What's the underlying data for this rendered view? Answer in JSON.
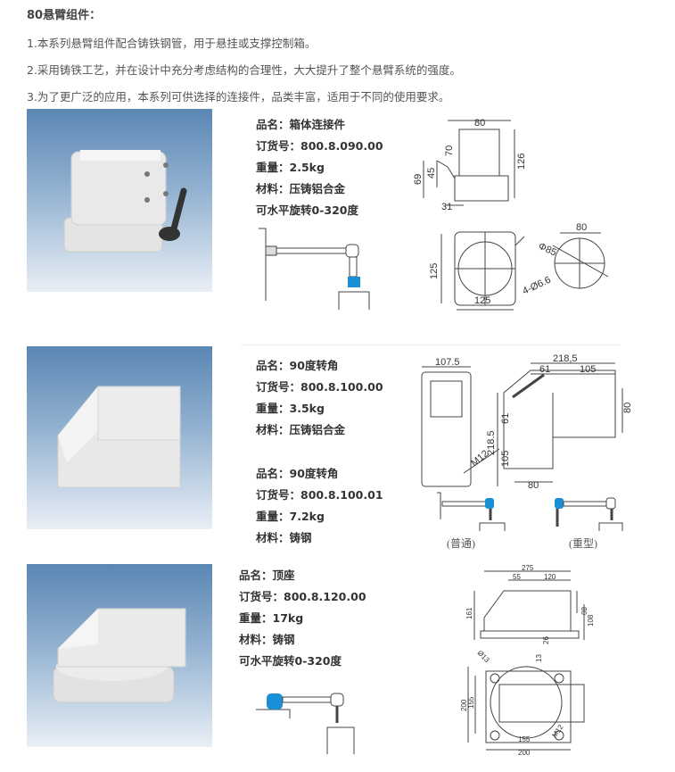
{
  "title": "80悬臂组件：",
  "intro": [
    "1.本系列悬臂组件配合铸铁钢管，用于悬挂或支撑控制箱。",
    "2.采用铸铁工艺，并在设计中充分考虑结构的合理性，大大提升了整个悬臂系统的强度。",
    "3.为了更广泛的应用，本系列可供选择的连接件，品类丰富，适用于不同的使用要求。"
  ],
  "products": [
    {
      "specs": [
        "品名：箱体连接件",
        "订货号：800.8.090.00",
        "重量：2.5kg",
        "材料：压铸铝合金",
        "可水平旋转0-320度"
      ],
      "dims": {
        "a": "80",
        "b": "70",
        "c": "126",
        "d": "69",
        "e": "45",
        "f": "31",
        "g": "125",
        "h": "125",
        "i": "80",
        "j": "Φ85",
        "k": "4-Ø6.6"
      }
    },
    {
      "specs": [
        "品名：90度转角",
        "订货号：800.8.100.00",
        "重量：3.5kg",
        "材料：压铸铝合金"
      ],
      "specs2": [
        "品名：90度转角",
        "订货号：800.8.100.01",
        "重量：7.2kg",
        "材料：铸钢"
      ],
      "dims": {
        "a": "107.5",
        "b": "M12",
        "c": "218,5",
        "d": "61",
        "e": "105",
        "f": "80",
        "g": "218.5",
        "h": "61",
        "i": "105",
        "j": "80"
      },
      "captions": [
        "(普通)",
        "(重型)"
      ]
    },
    {
      "specs": [
        "品名：顶座",
        "订货号：800.8.120.00",
        "重量：17kg",
        "材料：铸钢",
        "可水平旋转0-320度"
      ],
      "dims": {
        "a": "275",
        "b": "55",
        "c": "120",
        "d": "80",
        "e": "161",
        "f": "108",
        "g": "26",
        "h": "13",
        "i": "Ø13",
        "j": "200",
        "k": "155",
        "l": "M12",
        "m": "155",
        "n": "200"
      }
    }
  ],
  "colors": {
    "accent": "#1a8fd6",
    "photo_top": "#5b87b4"
  }
}
